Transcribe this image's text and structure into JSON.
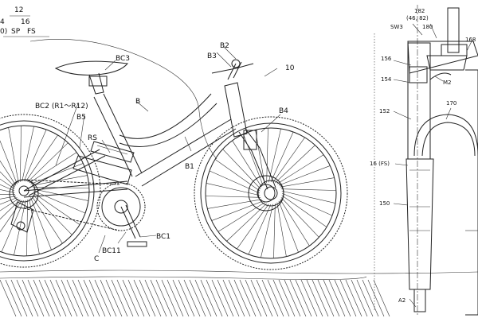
{
  "labels": {
    "ref_12": "12",
    "ref_14": "4",
    "ref_16": "16",
    "ref_paren": "0)",
    "ref_sp": "SP",
    "ref_fs": "FS",
    "bc3": "BC3",
    "b2": "B2",
    "b3": "B3",
    "ref_10": "10",
    "b": "B",
    "bc2": "BC2 (R1～R12)",
    "b5": "B5",
    "b4": "B4",
    "rs": "RS",
    "b1": "B1",
    "bc1": "BC1",
    "bc11": "BC11",
    "c": "C",
    "f182": "182",
    "f4682": "(46, 82)",
    "sw3": "SW3",
    "f180": "180",
    "f168": "168",
    "f156": "156",
    "f154": "154",
    "m2": "M2",
    "f152": "152",
    "f170": "170",
    "f16fs": "16 (FS)",
    "f150": "150",
    "a2": "A2"
  }
}
